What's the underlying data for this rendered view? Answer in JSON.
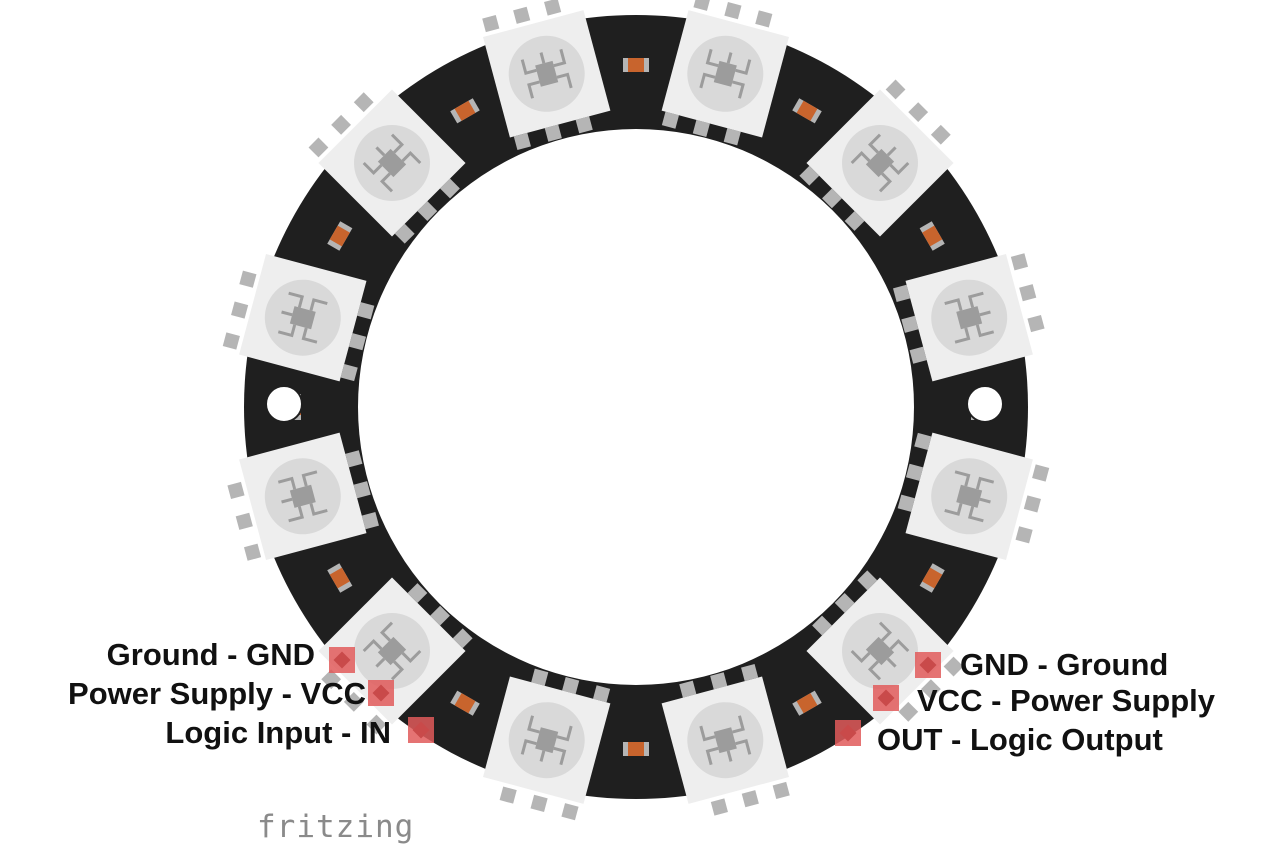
{
  "colors": {
    "pcb": "#1f1f1f",
    "led_body": "#eeeeee",
    "led_lens": "#d9d9d9",
    "led_die": "#9c9c9c",
    "pad": "#b5b5b5",
    "resistor": "#c8642d",
    "pin_pad": "#e05a5a",
    "background": "#ffffff"
  },
  "board": {
    "led_count": 12,
    "mounting_holes": 2
  },
  "pins_left": [
    {
      "label": "Ground - GND"
    },
    {
      "label": "Power Supply - VCC"
    },
    {
      "label": "Logic Input - IN"
    }
  ],
  "pins_right": [
    {
      "label": "GND - Ground"
    },
    {
      "label": "VCC - Power Supply"
    },
    {
      "label": "OUT - Logic Output"
    }
  ],
  "brand": {
    "text": "fritzing"
  }
}
